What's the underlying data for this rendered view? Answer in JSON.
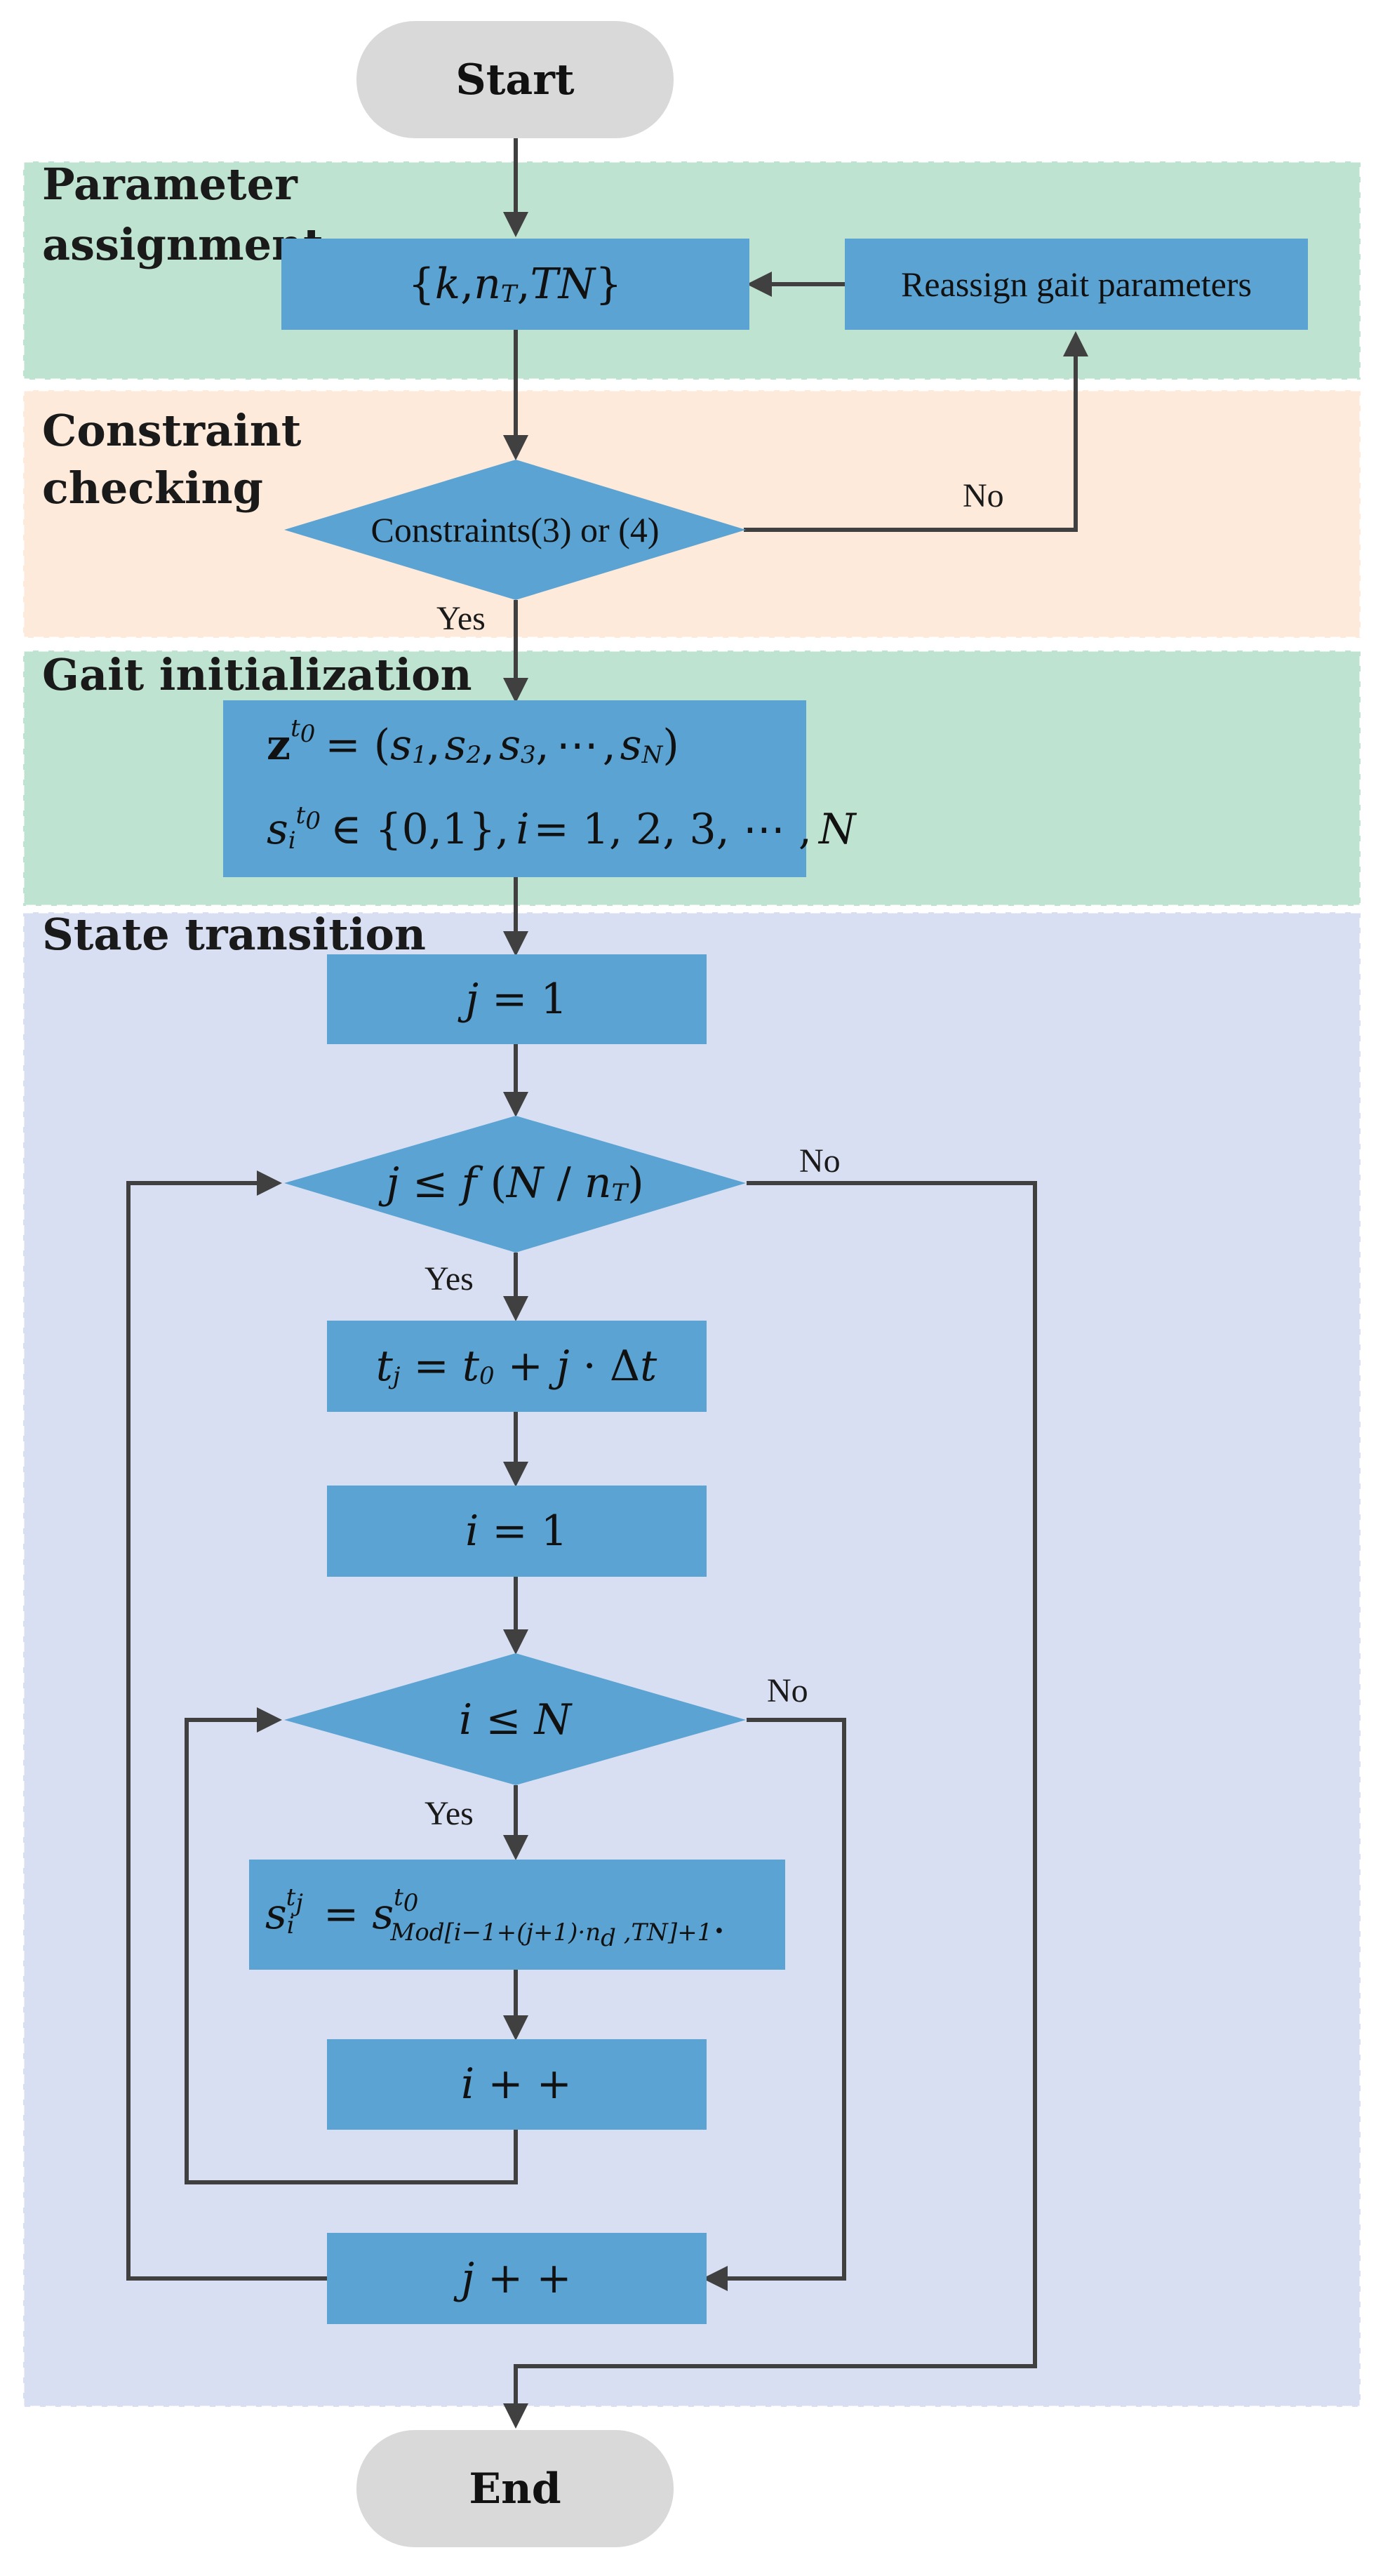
{
  "sections": {
    "parameter_assignment": {
      "line1": "Parameter",
      "line2": "assignment"
    },
    "constraint_checking": {
      "line1": "Constraint",
      "line2": "checking"
    },
    "gait_initialization": {
      "label": "Gait initialization"
    },
    "state_transition": {
      "label": "State transition"
    }
  },
  "nodes": {
    "start": "Start",
    "end": "End",
    "params": {
      "open": "{",
      "k": "k",
      "sep1": ",",
      "n": "n",
      "n_sub": "T",
      "sep2": ",",
      "tn": "TN",
      "close": "}"
    },
    "reassign": "Reassign gait parameters",
    "constraints": "Constraints(3) or (4)",
    "init_line1": {
      "z": "z",
      "t": "t",
      "t0": "0",
      "eq": "= (",
      "s": "s",
      "s1": "1",
      "s2": "2",
      "s3": "3",
      "sN": "N",
      "comma": ",",
      "dots": "⋯",
      "close": ")"
    },
    "init_line2": {
      "s": "s",
      "i": "i",
      "t": "t",
      "t0": "0",
      "elem": "∈ {0,1},",
      "idx": "i",
      "eq": "= 1, 2, 3, ⋯ ,",
      "N": "N"
    },
    "j_init": {
      "var": "j",
      "rest": " = 1"
    },
    "j_cond": {
      "j": "j",
      "le": " ≤ ",
      "f": "f",
      "open": " (",
      "N": "N",
      "slash": " / ",
      "n": "n",
      "n_sub": "T",
      "close": ")"
    },
    "tj": {
      "t": "t",
      "j_sub": "j",
      "eq": " = ",
      "t0": "t",
      "t0_sub": "0",
      "plus": " + ",
      "j": "j",
      "dot": " · Δ",
      "tt": "t"
    },
    "i_init": {
      "var": "i",
      "rest": " = 1"
    },
    "i_cond": {
      "i": "i",
      "le": " ≤ ",
      "N": "N"
    },
    "update": {
      "s": "s",
      "i": "i",
      "t": "t",
      "tj": "j",
      "eq": " = ",
      "s2": "s",
      "t2": "t",
      "t0": "0",
      "mod_sub": "Mod[i−1+(j+1)·n",
      "d": "d",
      "tail": " ,TN]+1",
      "period": "."
    },
    "i_inc": {
      "var": "i",
      "rest": " + +"
    },
    "j_inc": {
      "var": "j",
      "rest": " + +"
    }
  },
  "edge_labels": {
    "constraint_no": "No",
    "constraint_yes": "Yes",
    "jcond_yes": "Yes",
    "jcond_no": "No",
    "icond_yes": "Yes",
    "icond_no": "No"
  },
  "colors": {
    "green_band": "#bfe3d1",
    "peach_band": "#fdeadb",
    "lavender_band": "#d9dff2",
    "node_blue": "#5ba3d3",
    "terminal_gray": "#d9d9d9",
    "arrow": "#404040"
  }
}
